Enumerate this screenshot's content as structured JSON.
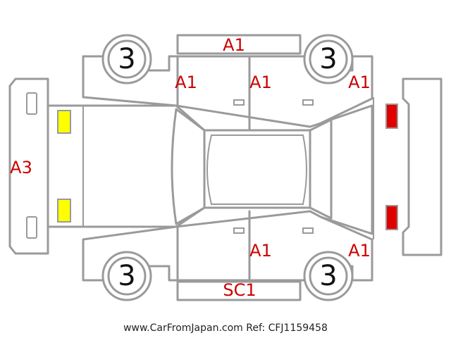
{
  "colors": {
    "outline": "#9a9a9a",
    "code": "#cc0000",
    "front_lights": "#ffff00",
    "rear_lights": "#e00000"
  },
  "wheels": {
    "front_top": "3",
    "rear_top": "3",
    "front_bottom": "3",
    "rear_bottom": "3"
  },
  "codes": {
    "top_panel": "A1",
    "front_door_top": "A1",
    "rear_door_top": "A1",
    "rear_quarter_top": "A1",
    "front_bumper": "A3",
    "rear_door_bottom": "A1",
    "rear_quarter_bottom": "A1",
    "bottom_panel": "SC1"
  },
  "footer": "www.CarFromJapan.com Ref: CFJ1159458"
}
